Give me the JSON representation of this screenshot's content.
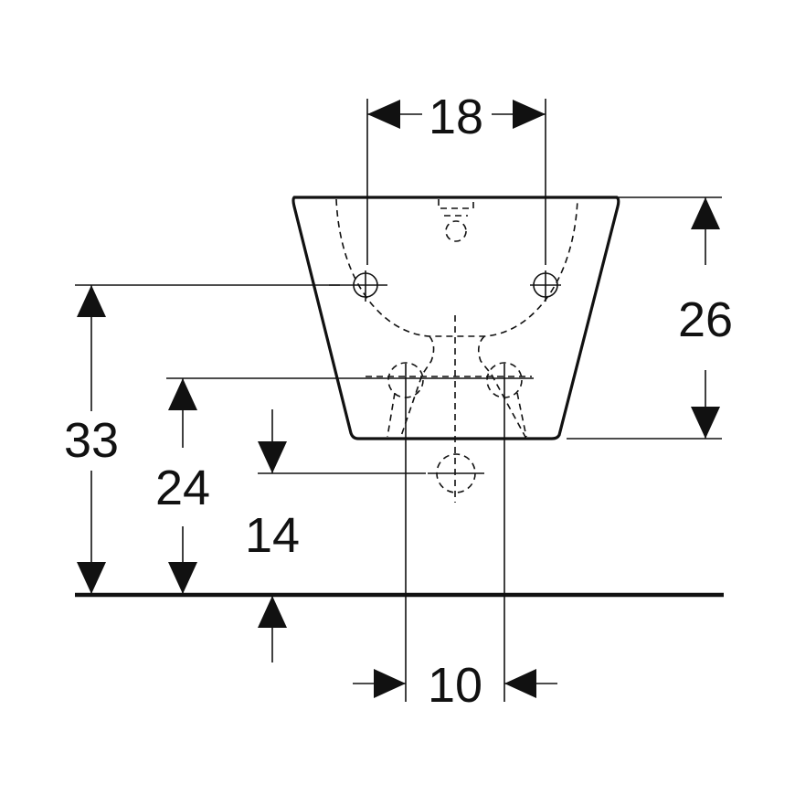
{
  "dimensions": {
    "top_hole_spacing": "18",
    "bowl_height": "26",
    "total_height": "33",
    "mid_height": "24",
    "lower_height": "14",
    "bottom_hole_spacing": "10"
  },
  "colors": {
    "ink": "#111111",
    "background": "#ffffff"
  }
}
